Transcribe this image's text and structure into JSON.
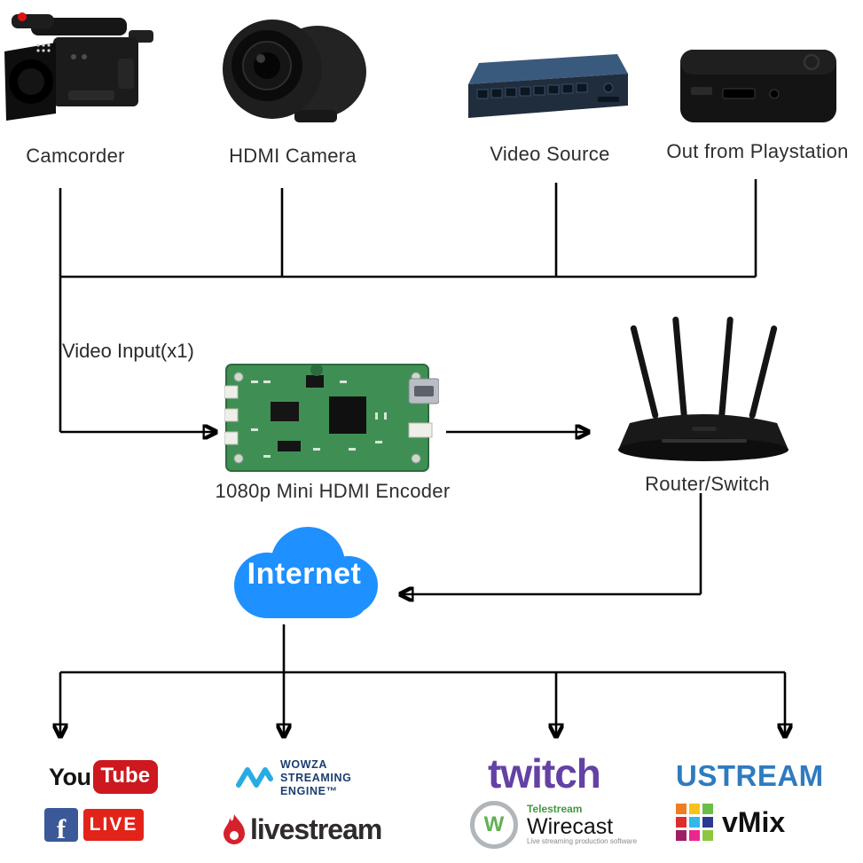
{
  "devices": [
    {
      "id": "camcorder",
      "label": "Camcorder"
    },
    {
      "id": "hdmi-camera",
      "label": "HDMI Camera"
    },
    {
      "id": "video-source",
      "label": "Video Source"
    },
    {
      "id": "playstation",
      "label": "Out from Playstation"
    }
  ],
  "flow": {
    "video_input_label": "Video Input(x1)",
    "encoder_label": "1080p Mini HDMI Encoder",
    "router_label": "Router/Switch",
    "internet_label": "Internet"
  },
  "services": {
    "youtube": {
      "part1": "You",
      "part2": "Tube"
    },
    "facebook_live": {
      "icon_letter": "f",
      "label": "LIVE"
    },
    "wowza": {
      "line1": "WOWZA",
      "line2": "STREAMING",
      "line3": "ENGINE™"
    },
    "livestream": {
      "label": "livestream"
    },
    "twitch": {
      "label": "twitch"
    },
    "wirecast": {
      "brand": "Telestream",
      "label": "Wirecast",
      "tagline": "Live streaming production software",
      "icon_letter": "W"
    },
    "ustream": {
      "label": "USTREAM"
    },
    "vmix": {
      "label": "vMix",
      "colors": [
        "#ef7d23",
        "#f8c218",
        "#6abd45",
        "#e02b2b",
        "#31b8e8",
        "#2b3990",
        "#9e1f63",
        "#ec268f",
        "#8dc63f"
      ]
    }
  },
  "colors": {
    "line": "#000000",
    "cloud": "#1e90ff",
    "youtube_red": "#cc181e",
    "facebook_blue": "#3b5998",
    "live_red": "#e2231a",
    "wowza_blue": "#1a3e6e",
    "livestream_red": "#d5212e",
    "twitch_purple": "#6441a4",
    "ustream_blue": "#2e7bbf",
    "telestream_green": "#3f9b3f"
  }
}
